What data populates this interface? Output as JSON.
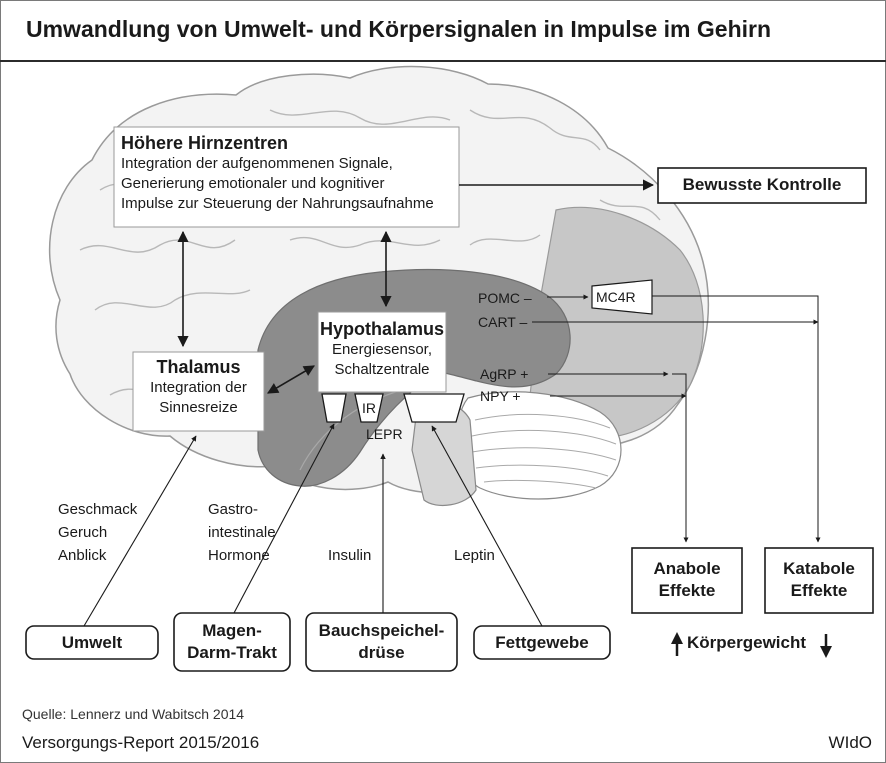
{
  "title": "Umwandlung von Umwelt- und Körpersignalen in Impulse im Gehirn",
  "higher_centers": {
    "heading": "Höhere Hirnzentren",
    "lines": [
      "Integration der aufgenommenen Signale,",
      "Generierung emotionaler und kognitiver",
      "Impulse zur Steuerung der Nahrungsaufnahme"
    ]
  },
  "conscious_control": "Bewusste Kontrolle",
  "thalamus": {
    "heading": "Thalamus",
    "lines": [
      "Integration der",
      "Sinnesreize"
    ]
  },
  "hypothalamus": {
    "heading": "Hypothalamus",
    "lines": [
      "Energiesensor,",
      "Schaltzentrale"
    ]
  },
  "receptors": {
    "ir": "IR",
    "lepr": "LEPR"
  },
  "neuropeptides": {
    "pomc": "POMC –",
    "cart": "CART –",
    "agrp": "AgRP +",
    "npy": "NPY +",
    "mc4r": "MC4R"
  },
  "signals": {
    "senses": [
      "Geschmack",
      "Geruch",
      "Anblick"
    ],
    "hormones": [
      "Gastro-",
      "intestinale",
      "Hormone"
    ],
    "insulin": "Insulin",
    "leptin": "Leptin"
  },
  "sources": {
    "environment": "Umwelt",
    "gut": [
      "Magen-",
      "Darm-Trakt"
    ],
    "pancreas": [
      "Bauchspeichel-",
      "drüse"
    ],
    "fat": "Fettgewebe"
  },
  "effects": {
    "anabolic": [
      "Anabole",
      "Effekte"
    ],
    "catabolic": [
      "Katabole",
      "Effekte"
    ],
    "body_weight": "Körpergewicht"
  },
  "footer": {
    "source": "Quelle: Lennerz und Wabitsch 2014",
    "report": "Versorgungs-Report 2015/2016",
    "publisher": "WIdO"
  }
}
